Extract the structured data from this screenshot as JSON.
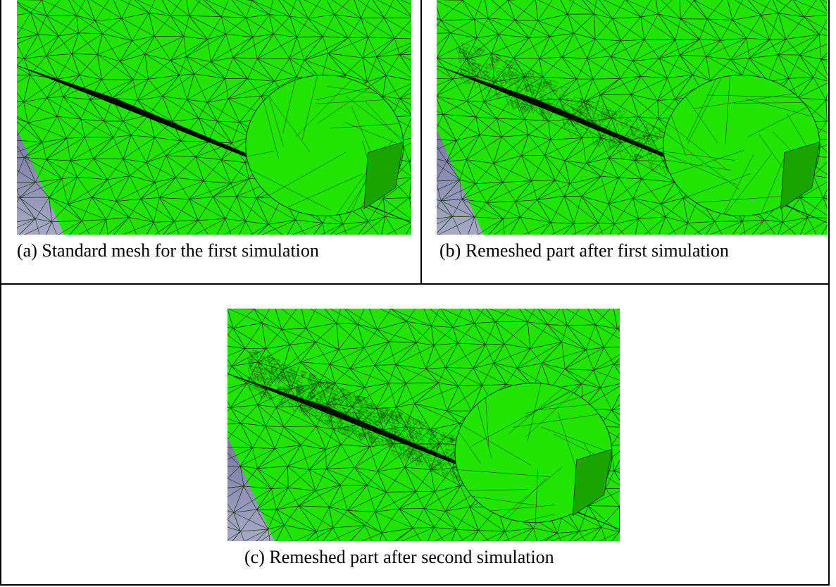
{
  "panels": [
    {
      "caption": "(a) Standard mesh for the first simulation",
      "refinement": "none"
    },
    {
      "caption": "(b) Remeshed part after first simulation",
      "refinement": "moderate"
    },
    {
      "caption": "(c) Remeshed part after second simulation",
      "refinement": "dense"
    }
  ],
  "colors": {
    "mesh_fill": "#21e400",
    "mesh_edge": "#0f3a0a",
    "background_top": "#3b3b7a",
    "background_bottom": "#a8a8c6",
    "border": "#000000"
  }
}
